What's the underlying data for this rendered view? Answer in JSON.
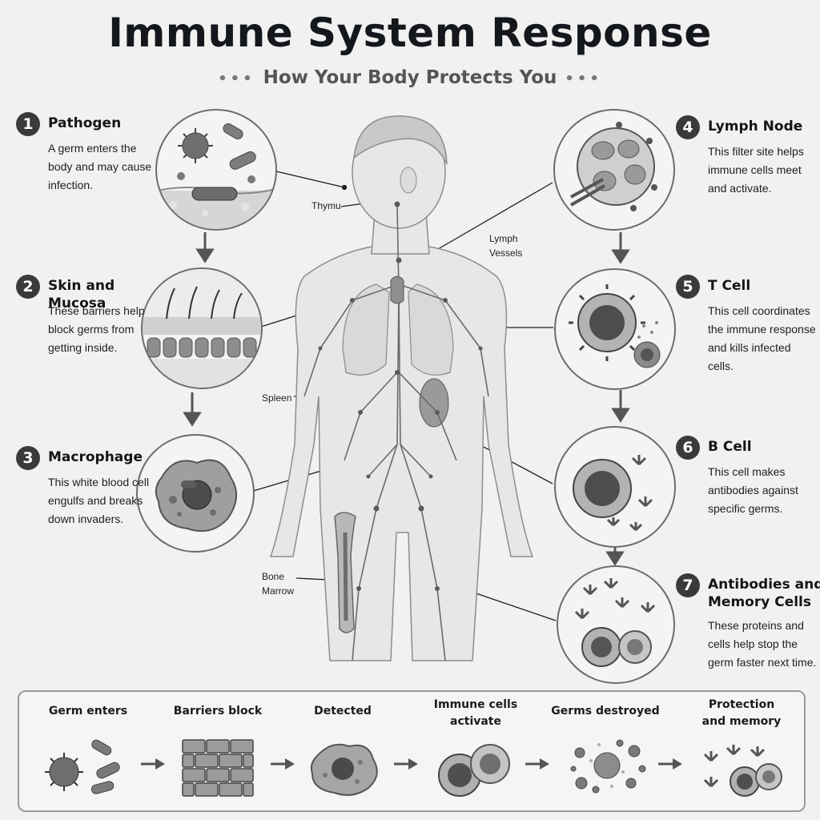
{
  "title": "Immune System Response",
  "subtitle": "How Your Body Protects You",
  "steps": [
    {
      "num": "1",
      "name": "Pathogen",
      "desc": [
        "A germ enters the",
        "body and may cause",
        "infection."
      ]
    },
    {
      "num": "2",
      "name": "Skin and Mucosa",
      "desc": [
        "These barriers help",
        "block germs from",
        "getting inside."
      ]
    },
    {
      "num": "3",
      "name": "Macrophage",
      "desc": [
        "This white blood cell",
        "engulfs and breaks",
        "down invaders."
      ]
    },
    {
      "num": "4",
      "name": "Lymph Node",
      "desc": [
        "This filter site helps",
        "immune cells meet",
        "and activate."
      ]
    },
    {
      "num": "5",
      "name": "T Cell",
      "desc": [
        "This cell coordinates",
        "the immune response",
        "and kills infected",
        "cells."
      ]
    },
    {
      "num": "6",
      "name": "B Cell",
      "desc": [
        "This cell makes",
        "antibodies against",
        "specific germs."
      ]
    },
    {
      "num": "7",
      "name": [
        "Antibodies and",
        "Memory Cells"
      ],
      "desc": [
        "These proteins and",
        "cells help stop the",
        "germ faster next time."
      ]
    }
  ],
  "body_labels": {
    "thymus": "Thymu",
    "lymph_vessels": [
      "Lymph",
      "Vessels"
    ],
    "spleen": "Spleen",
    "bone_marrow": [
      "Bone",
      "Marrow"
    ]
  },
  "flow": [
    {
      "label": [
        "Germ enters"
      ],
      "icon": "virus-bacteria-icon"
    },
    {
      "label": [
        "Barriers block"
      ],
      "icon": "brick-wall-icon"
    },
    {
      "label": [
        "Detected"
      ],
      "icon": "macrophage-icon"
    },
    {
      "label": [
        "Immune cells",
        "activate"
      ],
      "icon": "lymphocytes-icon"
    },
    {
      "label": [
        "Germs destroyed"
      ],
      "icon": "debris-icon"
    },
    {
      "label": [
        "Protection",
        "and memory"
      ],
      "icon": "antibodies-icon"
    }
  ],
  "colors": {
    "accent": "#3a3a3a",
    "line": "#222222",
    "background": "#f1f1f0"
  }
}
